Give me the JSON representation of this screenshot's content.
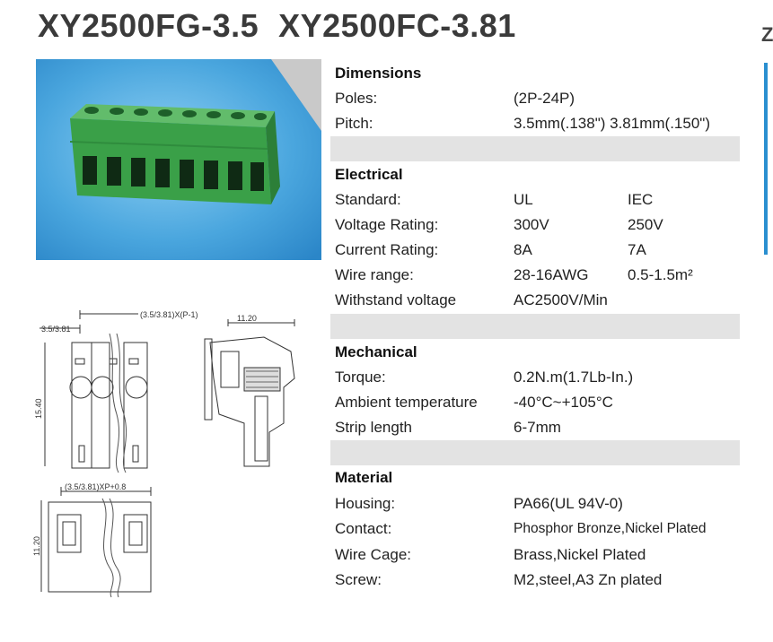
{
  "header": {
    "title_1": "XY2500FG-3.5",
    "title_2": "XY2500FC-3.81",
    "edge_glyph": "Z"
  },
  "drawings": {
    "front_pitch_label": "3.5/3.81",
    "front_span_label": "(3.5/3.81)X(P-1)",
    "front_height_label": "15.40",
    "side_width_label": "11.20",
    "bottom_span_label": "(3.5/3.81)XP+0.8",
    "bottom_height_label": "11.20"
  },
  "specs": {
    "dimensions": {
      "title": "Dimensions",
      "rows": [
        {
          "label": "Poles:",
          "v1": "(2P-24P)"
        },
        {
          "label": "Pitch:",
          "v1": "3.5mm(.138\") 3.81mm(.150\")"
        }
      ]
    },
    "electrical": {
      "title": "Electrical",
      "rows": [
        {
          "label": "Standard:",
          "v1": "UL",
          "v2": "IEC"
        },
        {
          "label": "Voltage Rating:",
          "v1": "300V",
          "v2": "250V"
        },
        {
          "label": "Current Rating:",
          "v1": "8A",
          "v2": "7A"
        },
        {
          "label": "Wire range:",
          "v1": "28-16AWG",
          "v2": "0.5-1.5m²"
        },
        {
          "label": "Withstand voltage",
          "v1": "AC2500V/Min"
        }
      ]
    },
    "mechanical": {
      "title": "Mechanical",
      "rows": [
        {
          "label": "Torque:",
          "v1": "0.2N.m(1.7Lb-In.)"
        },
        {
          "label": "Ambient temperature",
          "v1": "-40°C~+105°C"
        },
        {
          "label": "Strip length",
          "v1": "6-7mm"
        }
      ]
    },
    "material": {
      "title": "Material",
      "rows": [
        {
          "label": "Housing:",
          "v1": "PA66(UL 94V-0)"
        },
        {
          "label": "Contact:",
          "v1": "Phosphor Bronze,Nickel Plated"
        },
        {
          "label": "Wire Cage:",
          "v1": "Brass,Nickel Plated"
        },
        {
          "label": "Screw:",
          "v1": "M2,steel,A3 Zn plated"
        }
      ]
    }
  },
  "colors": {
    "connector_green": "#3aa048",
    "photo_bg": "#4aa6de",
    "band_gray": "#e3e3e3",
    "accent_blue": "#2a8fd0"
  }
}
